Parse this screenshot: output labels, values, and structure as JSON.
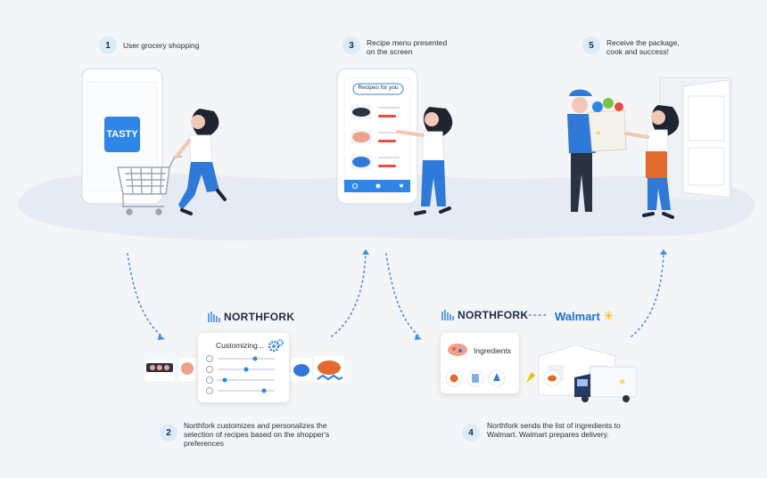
{
  "steps": [
    {
      "num": "1",
      "text": "User grocery shopping"
    },
    {
      "num": "2",
      "text": "Northfork customizes and personalizes the\nselection of recipes based on the shopper's\npreferences"
    },
    {
      "num": "3",
      "text": "Recipe menu presented\non the screen"
    },
    {
      "num": "4",
      "text": "Northfork sends the list of ingredients to\nWalmart. Walmart prepares delivery."
    },
    {
      "num": "5",
      "text": "Receive the package,\ncook and success!"
    }
  ],
  "phone1": {
    "app_name": "TASTY"
  },
  "phone2": {
    "header": "Recipes for you"
  },
  "northfork_logo": "NORTHFORK",
  "customizing_card": {
    "title": "Customizing..."
  },
  "ingredients_card": {
    "title": "Ingredients"
  },
  "walmart_logo": "Walmart",
  "colors": {
    "accent": "#2f86e6",
    "bubble": "#d8ecfa",
    "cloud": "#e6ebf3",
    "dots": "#3b8fe0"
  }
}
